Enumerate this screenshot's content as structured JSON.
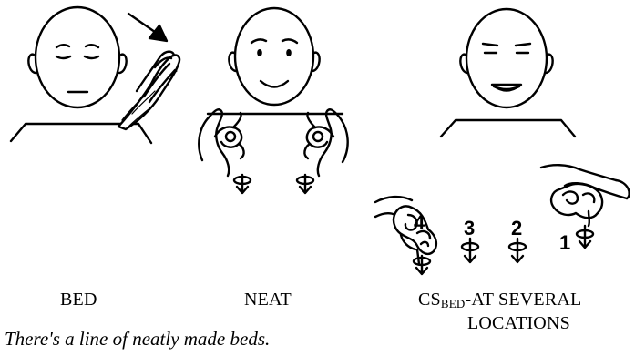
{
  "panels": [
    {
      "id": "bed",
      "gloss": "BED"
    },
    {
      "id": "neat",
      "gloss": "NEAT"
    },
    {
      "id": "cs",
      "gloss_prefix": "CS",
      "gloss_sub": "BED",
      "gloss_suffix": "-AT SEVERAL",
      "gloss_line2": "LOCATIONS"
    }
  ],
  "location_numbers": [
    "4",
    "3",
    "2",
    "1"
  ],
  "caption": "There's a line of neatly made beds."
}
